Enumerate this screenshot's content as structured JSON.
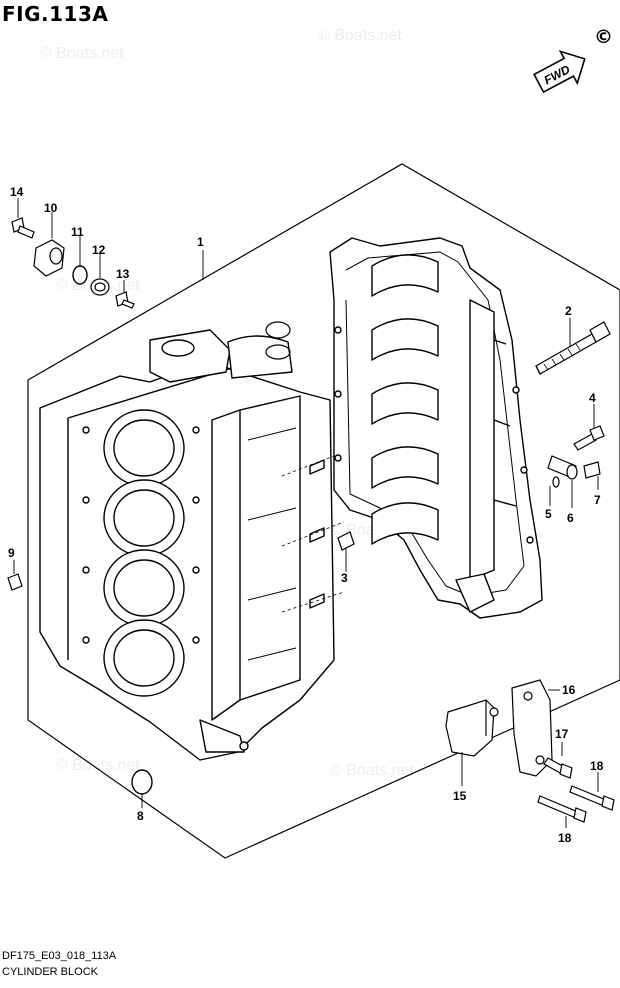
{
  "figure": {
    "title": "FIG.113A",
    "copyright_mark": "©",
    "drawing_code": "DF175_E03_018_113A",
    "caption": "CYLINDER BLOCK",
    "fwd_label": "FWD",
    "watermark": "© Boats.net"
  },
  "callouts": {
    "c1": "1",
    "c2": "2",
    "c3": "3",
    "c4": "4",
    "c5": "5",
    "c6": "6",
    "c7": "7",
    "c8": "8",
    "c9": "9",
    "c10": "10",
    "c11": "11",
    "c12": "12",
    "c13": "13",
    "c14": "14",
    "c15": "15",
    "c16": "16",
    "c17": "17",
    "c18a": "18",
    "c18b": "18"
  }
}
